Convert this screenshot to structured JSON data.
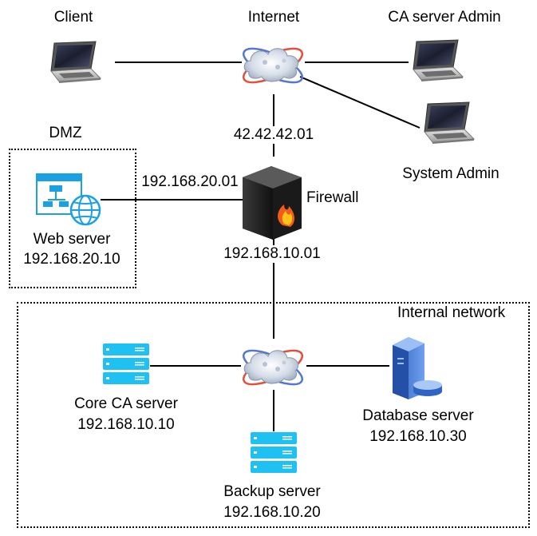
{
  "nodes": {
    "client": {
      "label": "Client"
    },
    "internet": {
      "label": "Internet"
    },
    "ca_admin": {
      "label": "CA server Admin"
    },
    "system_admin": {
      "label": "System Admin"
    },
    "firewall": {
      "label": "Firewall"
    },
    "web_server": {
      "label": "Web server",
      "ip": "192.168.20.10"
    },
    "core_ca": {
      "label": "Core CA server",
      "ip": "192.168.10.10"
    },
    "database": {
      "label": "Database server",
      "ip": "192.168.10.30"
    },
    "backup": {
      "label": "Backup server",
      "ip": "192.168.10.20"
    }
  },
  "interfaces": {
    "external": "42.42.42.01",
    "dmz": "192.168.20.01",
    "internal": "192.168.10.01"
  },
  "zones": {
    "dmz": "DMZ",
    "internal": "Internal network"
  },
  "colors": {
    "server_blue": "#1ec1f2",
    "db_blue": "#3b73d6",
    "web_blue": "#1ba1e2",
    "line": "#000000"
  }
}
